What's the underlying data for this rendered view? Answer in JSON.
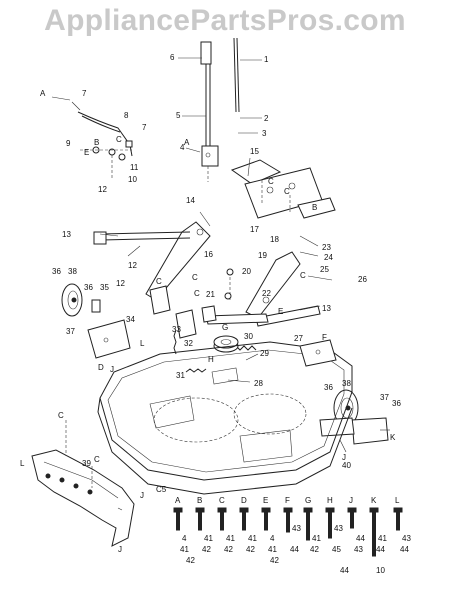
{
  "watermark": "AppliancePartsPros.com",
  "callouts": [
    "1",
    "2",
    "3",
    "4",
    "5",
    "6",
    "7",
    "8",
    "9",
    "10",
    "11",
    "12",
    "13",
    "14",
    "15",
    "16",
    "17",
    "18",
    "19",
    "20",
    "21",
    "22",
    "23",
    "24",
    "25",
    "26",
    "27",
    "28",
    "29",
    "30",
    "31",
    "32",
    "33",
    "34",
    "35",
    "36",
    "37",
    "38",
    "39",
    "40",
    "41",
    "42",
    "43",
    "44",
    "45"
  ],
  "letters": [
    "A",
    "B",
    "C",
    "D",
    "E",
    "F",
    "G",
    "H",
    "J",
    "K",
    "L"
  ],
  "hardware_group_label": "C5",
  "hardware_columns": [
    {
      "letter": "A"
    },
    {
      "letter": "B"
    },
    {
      "letter": "C"
    },
    {
      "letter": "D"
    },
    {
      "letter": "E"
    },
    {
      "letter": "F"
    },
    {
      "letter": "G"
    },
    {
      "letter": "H"
    },
    {
      "letter": "J"
    },
    {
      "letter": "K"
    },
    {
      "letter": "L"
    }
  ],
  "hardware_row_labels": {
    "row1": [
      "4",
      "41",
      "41",
      "41",
      "4",
      "43",
      "41",
      "43",
      "44",
      "41",
      "43"
    ],
    "row2": [
      "41",
      "42",
      "42",
      "42",
      "41",
      "44",
      "42",
      "45",
      "43",
      "44",
      "44"
    ],
    "row3": [
      "42",
      "42",
      "44",
      "10"
    ]
  }
}
